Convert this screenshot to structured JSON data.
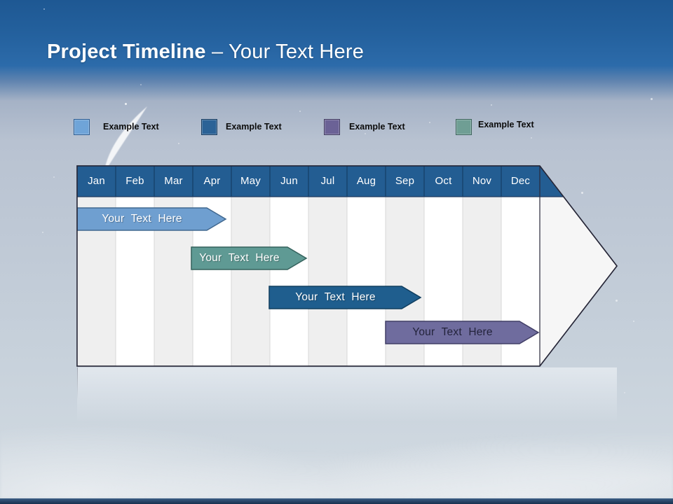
{
  "title": {
    "bold_part": "Project Timeline",
    "light_part": "– Your Text Here"
  },
  "legend": {
    "items": [
      {
        "label": "Example Text",
        "color": "#6FA4D8",
        "border_color": "#2E5E93"
      },
      {
        "label": "Example Text",
        "color": "#2B6296",
        "border_color": "#1B3F63"
      },
      {
        "label": "Example Text",
        "color": "#6B6296",
        "border_color": "#443E63"
      },
      {
        "label": "Example Text",
        "color": "#6F9E94",
        "border_color": "#3F655E"
      }
    ]
  },
  "timeline": {
    "header_color": "#235D92",
    "months": [
      "Jan",
      "Feb",
      "Mar",
      "Apr",
      "May",
      "Jun",
      "Jul",
      "Aug",
      "Sep",
      "Oct",
      "Nov",
      "Dec"
    ],
    "bars": [
      {
        "label": "Your Text Here",
        "color": "#6F9FD0",
        "border_color": "#41688F",
        "text_color": "#FFFFFF",
        "start_month": "Jan",
        "end_month": "Apr",
        "row": 1
      },
      {
        "label": "Your Text Here",
        "color": "#5F9A94",
        "border_color": "#35625D",
        "text_color": "#FFFFFF",
        "start_month": "Apr",
        "end_month": "Jun",
        "row": 2
      },
      {
        "label": "Your Text Here",
        "color": "#1F5E8E",
        "border_color": "#103E5F",
        "text_color": "#FFFFFF",
        "start_month": "Jun",
        "end_month": "Aug",
        "row": 3
      },
      {
        "label": "Your Text Here",
        "color": "#6F6C9E",
        "border_color": "#413E66",
        "text_color": "#23233B",
        "start_month": "Sep",
        "end_month": "Dec",
        "row": 4
      }
    ]
  }
}
